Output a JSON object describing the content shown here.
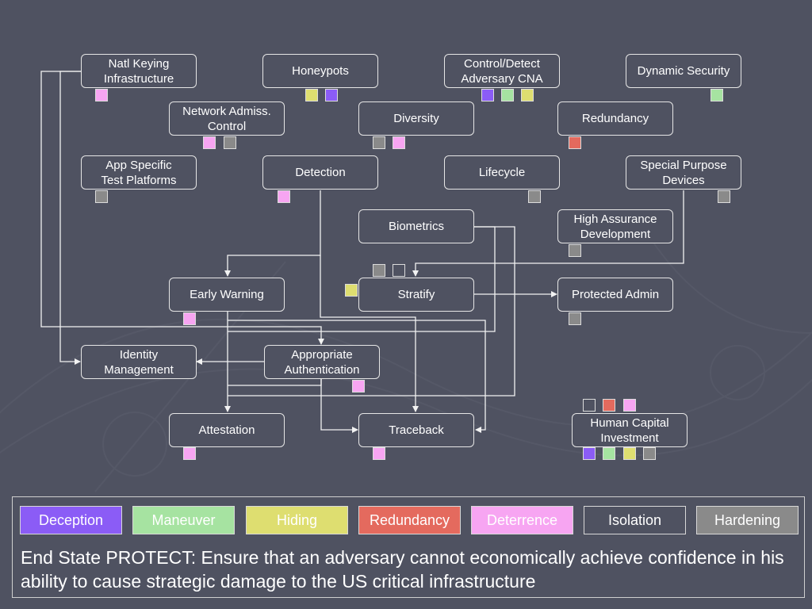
{
  "colors": {
    "background": "#4f5261",
    "deception": "#8b5cf6",
    "maneuver": "#a6e3a1",
    "hiding": "#dede70",
    "redundancy": "#e46a5e",
    "deterrence": "#f7a5f2",
    "isolation": "#4f5261",
    "hardening": "#8a8a8a"
  },
  "nodes": {
    "natl_keying": "Natl Keying\nInfrastructure",
    "honeypots": "Honeypots",
    "control_detect": "Control/Detect\nAdversary CNA",
    "dynamic_security": "Dynamic Security",
    "network_admiss": "Network Admiss.\nControl",
    "diversity": "Diversity",
    "redundancy": "Redundancy",
    "app_specific": "App Specific\nTest Platforms",
    "detection": "Detection",
    "lifecycle": "Lifecycle",
    "special_purpose": "Special Purpose\nDevices",
    "biometrics": "Biometrics",
    "high_assurance": "High Assurance\nDevelopment",
    "early_warning": "Early Warning",
    "stratify": "Stratify",
    "protected_admin": "Protected Admin",
    "identity_mgmt": "Identity\nManagement",
    "appropriate_auth": "Appropriate\nAuthentication",
    "attestation": "Attestation",
    "traceback": "Traceback",
    "human_capital": "Human Capital\nInvestment"
  },
  "legend": {
    "deception": "Deception",
    "maneuver": "Maneuver",
    "hiding": "Hiding",
    "redundancy": "Redundancy",
    "deterrence": "Deterrence",
    "isolation": "Isolation",
    "hardening": "Hardening"
  },
  "statement": "End State PROTECT: Ensure that an adversary cannot economically achieve confidence in his  ability to cause strategic damage to the US critical infrastructure"
}
